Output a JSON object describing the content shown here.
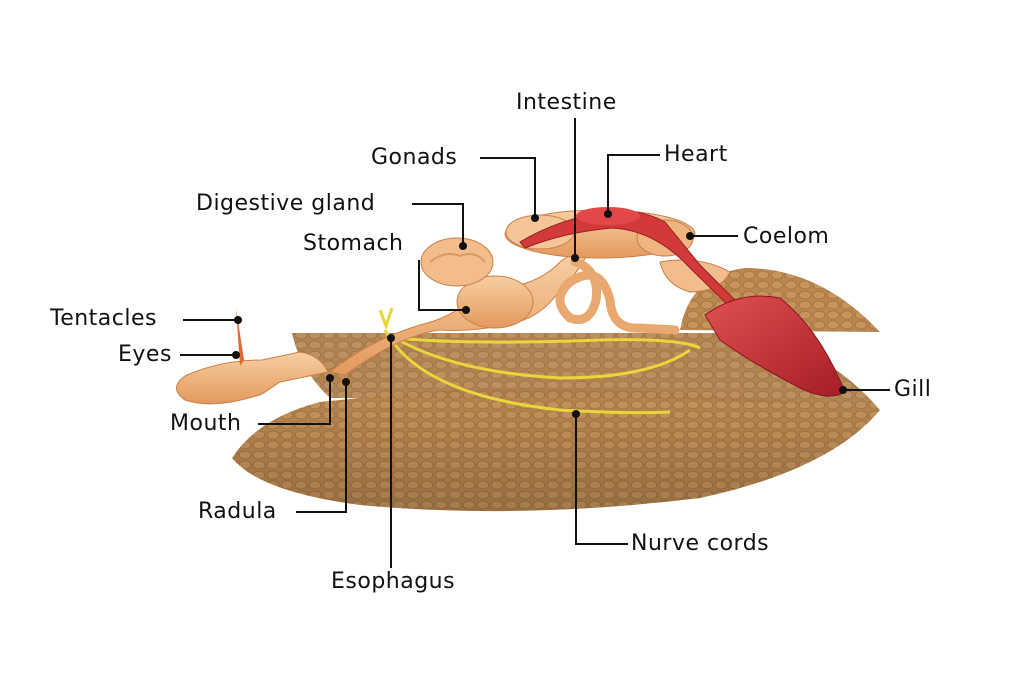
{
  "labels": {
    "intestine": "Intestine",
    "gonads": "Gonads",
    "heart": "Heart",
    "digestive_gland": "Digestive gland",
    "coelom": "Coelom",
    "stomach": "Stomach",
    "tentacles": "Tentacles",
    "eyes": "Eyes",
    "gill": "Gill",
    "mouth": "Mouth",
    "radula": "Radula",
    "nerve_cords": "Nurve cords",
    "esophagus": "Esophagus"
  },
  "colors": {
    "shell": "#b88a52",
    "organ": "#f0b47e",
    "heart": "#d23a3a",
    "gill": "#c22a32",
    "nerve": "#e8d63a",
    "leader": "#111111"
  }
}
